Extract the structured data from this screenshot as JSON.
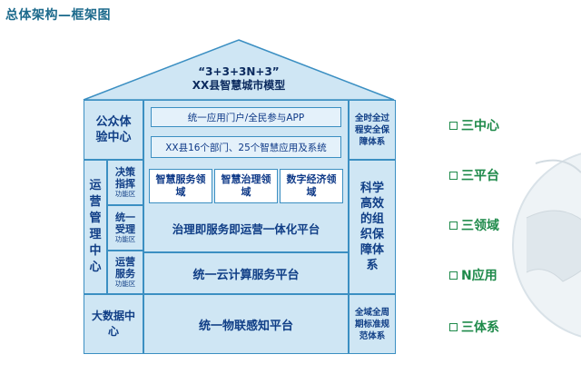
{
  "page_title": "总体架构—框架图",
  "roof": {
    "line1": "“3+3+3N+3”",
    "line2": "XX县智慧城市模型"
  },
  "left": {
    "public_center": "公众体验中心",
    "ops_center": "运营管理中心",
    "bigdata_center": "大数据中心",
    "sub_zones": [
      {
        "main": "决策指挥",
        "sub": "功能区"
      },
      {
        "main": "统一受理",
        "sub": "功能区"
      },
      {
        "main": "运营服务",
        "sub": "功能区"
      }
    ]
  },
  "center": {
    "portal": "统一应用门户/全民参与APP",
    "departments": "XX县16个部门、25个智慧应用及系统",
    "domains": [
      "智慧服务领域",
      "智慧治理领域",
      "数字经济领域"
    ],
    "platform1": "治理即服务即运营一体化平台",
    "platform2": "统一云计算服务平台",
    "platform3": "统一物联感知平台"
  },
  "right": {
    "top": "全时全过程安全保障体系",
    "middle": "科学高效的组织保障体系",
    "bottom": "全域全周期标准规范体系"
  },
  "sidebar": [
    "三中心",
    "三平台",
    "三领域",
    "N应用",
    "三体系"
  ],
  "colors": {
    "accent": "#3b8fc2",
    "fill": "#cfe6f4",
    "text": "#103e86",
    "green": "#1e8a4a"
  }
}
